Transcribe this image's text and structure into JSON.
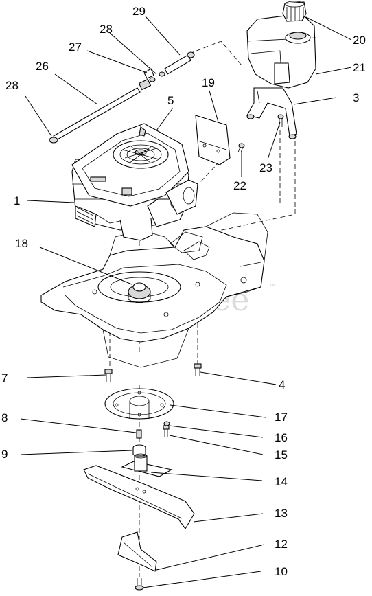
{
  "watermark": {
    "text": "PartsTree",
    "tm": "™"
  },
  "colors": {
    "line": "#000000",
    "background": "#ffffff",
    "watermark": "#cfcfcf"
  },
  "callouts": [
    {
      "id": "1",
      "label": "1"
    },
    {
      "id": "3",
      "label": "3"
    },
    {
      "id": "4",
      "label": "4"
    },
    {
      "id": "5",
      "label": "5"
    },
    {
      "id": "7",
      "label": "7"
    },
    {
      "id": "8",
      "label": "8"
    },
    {
      "id": "9",
      "label": "9"
    },
    {
      "id": "10",
      "label": "10"
    },
    {
      "id": "12",
      "label": "12"
    },
    {
      "id": "13",
      "label": "13"
    },
    {
      "id": "14",
      "label": "14"
    },
    {
      "id": "15",
      "label": "15"
    },
    {
      "id": "16",
      "label": "16"
    },
    {
      "id": "17",
      "label": "17"
    },
    {
      "id": "18",
      "label": "18"
    },
    {
      "id": "19",
      "label": "19"
    },
    {
      "id": "20",
      "label": "20"
    },
    {
      "id": "21",
      "label": "21"
    },
    {
      "id": "22",
      "label": "22"
    },
    {
      "id": "23",
      "label": "23"
    },
    {
      "id": "26",
      "label": "26"
    },
    {
      "id": "27",
      "label": "27"
    },
    {
      "id": "28a",
      "label": "28"
    },
    {
      "id": "28b",
      "label": "28"
    },
    {
      "id": "29",
      "label": "29"
    }
  ]
}
